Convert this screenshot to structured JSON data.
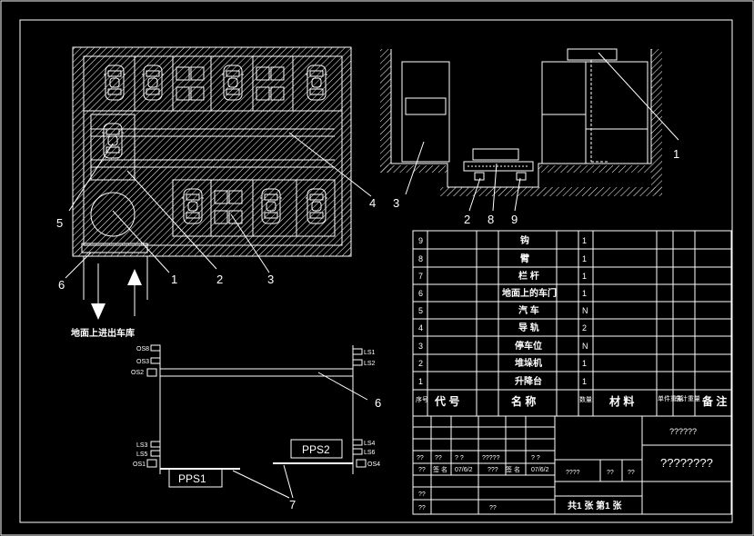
{
  "plan_callouts": [
    "5",
    "6",
    "1",
    "2",
    "3",
    "4"
  ],
  "section_callouts": [
    "3",
    "2",
    "8",
    "9",
    "1"
  ],
  "bottom_callouts": [
    "6",
    "7"
  ],
  "exit_label": "地面上进出车库",
  "sensors_left": [
    "OS8",
    "OS3",
    "OS2",
    "LS3",
    "LS5",
    "OS1"
  ],
  "sensors_right": [
    "LS1",
    "LS2",
    "LS4",
    "LS6",
    "OS4"
  ],
  "pps1": "PPS1",
  "pps2": "PPS2",
  "parts": [
    {
      "no": "9",
      "name": "钩",
      "qty": "1"
    },
    {
      "no": "8",
      "name": "臂",
      "qty": "1"
    },
    {
      "no": "7",
      "name": "栏 杆",
      "qty": "1"
    },
    {
      "no": "6",
      "name": "地面上的车门",
      "qty": "1"
    },
    {
      "no": "5",
      "name": "汽 车",
      "qty": "N"
    },
    {
      "no": "4",
      "name": "导 轨",
      "qty": "2"
    },
    {
      "no": "3",
      "name": "停车位",
      "qty": "N"
    },
    {
      "no": "2",
      "name": "堆垛机",
      "qty": "1"
    },
    {
      "no": "1",
      "name": "升降台",
      "qty": "1"
    }
  ],
  "header": {
    "seq": "序号",
    "code": "代 号",
    "name": "名 称",
    "qty": "数量",
    "material": "材 料",
    "unit_weight": "单件重量",
    "total_weight": "总计重量",
    "remarks": "备 注"
  },
  "titleblock": {
    "title1": "??????",
    "title2": "????????",
    "r1": [
      "??",
      "??",
      "? ?",
      "?????",
      "? ?"
    ],
    "r2": [
      "??",
      "签 名",
      "07/6/2",
      "???",
      "签 名",
      "07/6/2"
    ],
    "r3": [
      "??"
    ],
    "r4": [
      "??",
      "??"
    ],
    "scale_hdr": [
      "????",
      "??",
      "??"
    ],
    "sheets": "共1 张  第1 张"
  }
}
